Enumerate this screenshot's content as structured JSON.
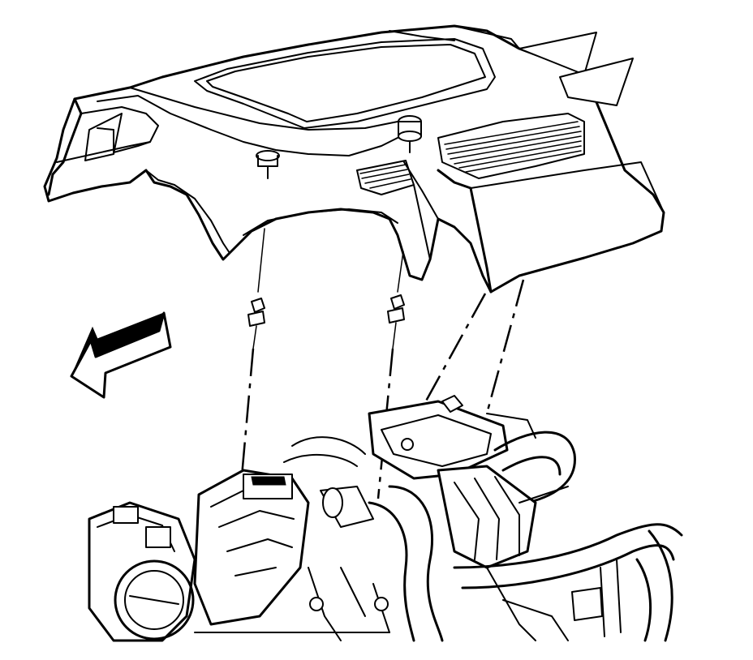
{
  "diagram": {
    "parts": [
      {
        "id": "engine-cover",
        "icon": "engine-cover-icon"
      },
      {
        "id": "cover-fastener-left",
        "icon": "stud-bolt-icon"
      },
      {
        "id": "cover-fastener-right",
        "icon": "stud-bolt-icon"
      },
      {
        "id": "engine-assembly",
        "icon": "engine-icon"
      },
      {
        "id": "front-direction-arrow",
        "icon": "arrow-icon"
      }
    ],
    "line_color": "#000000",
    "background": "#ffffff"
  }
}
